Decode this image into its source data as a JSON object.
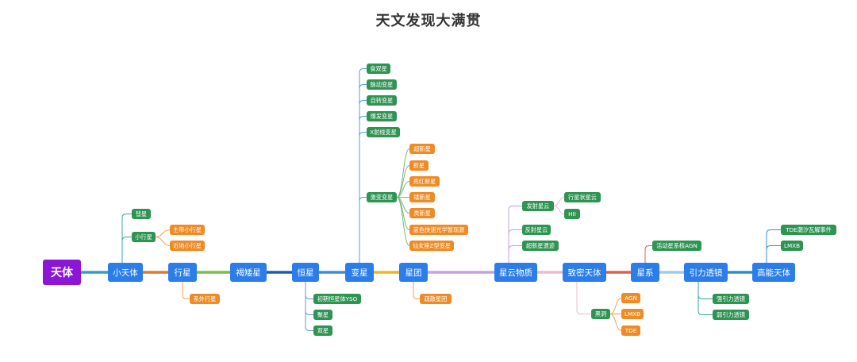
{
  "title": "天文发现大满贯",
  "colors": {
    "root": "#8b16d6",
    "main": "#2b7de9",
    "leaf_green": "#2e9452",
    "leaf_orange": "#f08a24"
  },
  "root": {
    "label": "天体"
  },
  "main_nodes": [
    {
      "id": "m1",
      "label": "小天体"
    },
    {
      "id": "m2",
      "label": "行星"
    },
    {
      "id": "m3",
      "label": "褐矮星"
    },
    {
      "id": "m4",
      "label": "恒星"
    },
    {
      "id": "m5",
      "label": "变星"
    },
    {
      "id": "m6",
      "label": "星团"
    },
    {
      "id": "m7",
      "label": "星云物质"
    },
    {
      "id": "m8",
      "label": "致密天体"
    },
    {
      "id": "m9",
      "label": "星系"
    },
    {
      "id": "m10",
      "label": "引力透镜"
    },
    {
      "id": "m11",
      "label": "高能天体"
    }
  ],
  "leaf_nodes": [
    {
      "id": "l1",
      "label": "彗星",
      "color": "green"
    },
    {
      "id": "l2",
      "label": "小行星",
      "color": "green"
    },
    {
      "id": "l3",
      "label": "主带小行星",
      "color": "orange"
    },
    {
      "id": "l4",
      "label": "近地小行星",
      "color": "orange"
    },
    {
      "id": "l5",
      "label": "系外行星",
      "color": "orange"
    },
    {
      "id": "l6",
      "label": "初期恒星体YSO",
      "color": "green"
    },
    {
      "id": "l7",
      "label": "聚星",
      "color": "green"
    },
    {
      "id": "l8",
      "label": "双星",
      "color": "green"
    },
    {
      "id": "l9",
      "label": "食双星",
      "color": "green"
    },
    {
      "id": "l10",
      "label": "脉动变星",
      "color": "green"
    },
    {
      "id": "l11",
      "label": "自转变星",
      "color": "green"
    },
    {
      "id": "l12",
      "label": "爆发变星",
      "color": "green"
    },
    {
      "id": "l13",
      "label": "X射线变星",
      "color": "green"
    },
    {
      "id": "l14",
      "label": "激变变星",
      "color": "green"
    },
    {
      "id": "l15",
      "label": "超新星",
      "color": "orange"
    },
    {
      "id": "l16",
      "label": "新星",
      "color": "orange"
    },
    {
      "id": "l17",
      "label": "亮红新星",
      "color": "orange"
    },
    {
      "id": "l18",
      "label": "矮新星",
      "color": "orange"
    },
    {
      "id": "l19",
      "label": "类新星",
      "color": "orange"
    },
    {
      "id": "l20",
      "label": "蓝色快速光学暂现源",
      "color": "orange"
    },
    {
      "id": "l21",
      "label": "仙女座Z型变星",
      "color": "orange"
    },
    {
      "id": "l22",
      "label": "疏散星团",
      "color": "orange"
    },
    {
      "id": "l23",
      "label": "发射星云",
      "color": "green"
    },
    {
      "id": "l24",
      "label": "行星状星云",
      "color": "green"
    },
    {
      "id": "l25",
      "label": "HII",
      "color": "green"
    },
    {
      "id": "l26",
      "label": "反射星云",
      "color": "green"
    },
    {
      "id": "l27",
      "label": "超新星遗迹",
      "color": "green"
    },
    {
      "id": "l28",
      "label": "黑洞",
      "color": "green"
    },
    {
      "id": "l29",
      "label": "AGN",
      "color": "orange"
    },
    {
      "id": "l30",
      "label": "LMXB",
      "color": "orange"
    },
    {
      "id": "l31",
      "label": "TDE",
      "color": "orange"
    },
    {
      "id": "l32",
      "label": "活动星系核AGN",
      "color": "green"
    },
    {
      "id": "l33",
      "label": "强引力透镜",
      "color": "green"
    },
    {
      "id": "l34",
      "label": "弱引力透镜",
      "color": "green"
    },
    {
      "id": "l35",
      "label": "TDE潮汐瓦解事件",
      "color": "green"
    },
    {
      "id": "l36",
      "label": "LMXB",
      "color": "green"
    }
  ]
}
